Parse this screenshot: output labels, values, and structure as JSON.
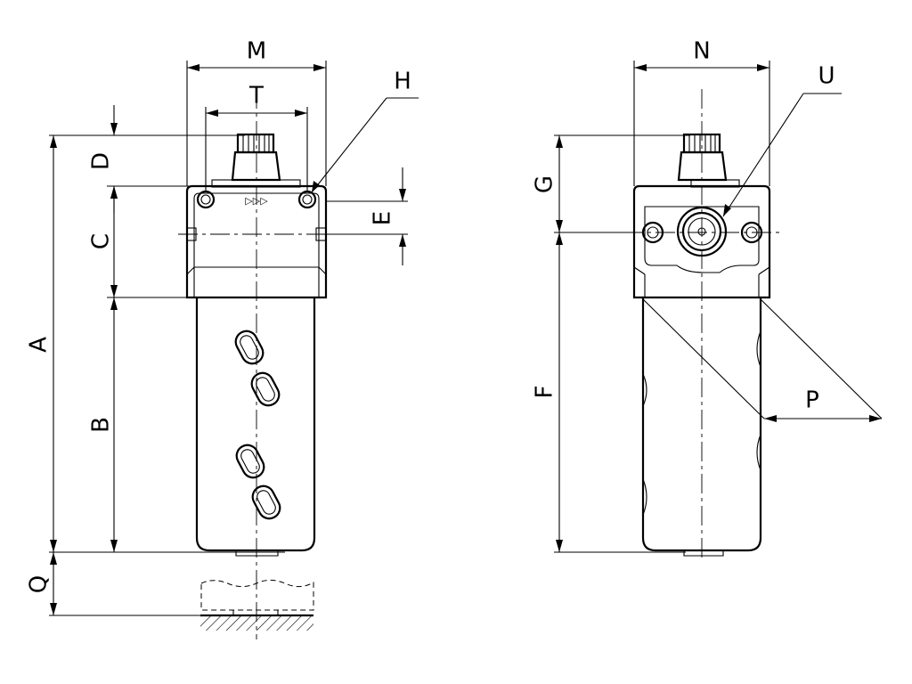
{
  "front_view": {
    "labels": {
      "M": "M",
      "T": "T",
      "H": "H",
      "D": "D",
      "C": "C",
      "E": "E",
      "A": "A",
      "B": "B",
      "Q": "Q"
    }
  },
  "side_view": {
    "labels": {
      "N": "N",
      "U": "U",
      "G": "G",
      "F": "F",
      "P": "P"
    }
  },
  "flow_symbol": "▷▷▷"
}
